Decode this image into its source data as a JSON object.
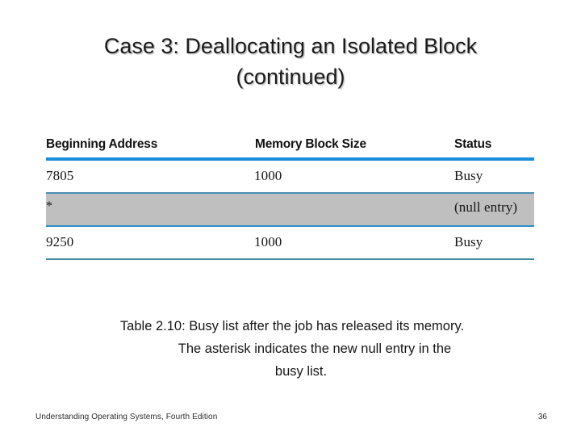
{
  "slide": {
    "title_lines": [
      "Case 3: Deallocating an Isolated Block",
      "(continued)"
    ],
    "background_color": "#ffffff"
  },
  "table": {
    "accent_color": "#1b8ddb",
    "separator_color": "#4a8fb5",
    "highlight_row_color": "#bfbfbf",
    "columns": [
      "Beginning Address",
      "Memory Block Size",
      "Status"
    ],
    "rows": [
      {
        "beginning_address": "7805",
        "memory_block_size": "1000",
        "status": "Busy",
        "highlighted": false
      },
      {
        "beginning_address": "*",
        "memory_block_size": "",
        "status": "(null entry)",
        "highlighted": true
      },
      {
        "beginning_address": "9250",
        "memory_block_size": "1000",
        "status": "Busy",
        "highlighted": false
      }
    ]
  },
  "caption": {
    "lines": [
      "Table 2.10: Busy list after the job has released its memory.",
      "The asterisk indicates the new null entry in the",
      "busy list."
    ]
  },
  "footer": {
    "source": "Understanding Operating Systems, Fourth Edition",
    "page_number": "36"
  }
}
